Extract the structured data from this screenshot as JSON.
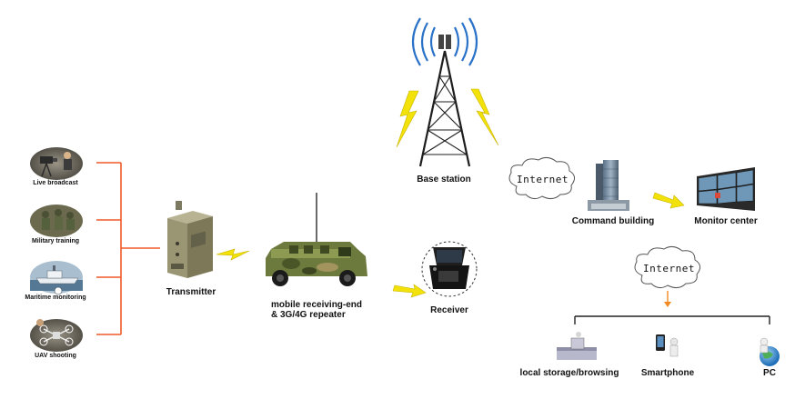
{
  "sources": [
    {
      "id": "live",
      "label": "Live broadcast"
    },
    {
      "id": "military",
      "label": "Military training"
    },
    {
      "id": "maritime",
      "label": "Maritime monitoring"
    },
    {
      "id": "uav",
      "label": "UAV shooting"
    }
  ],
  "nodes": {
    "transmitter": "Transmitter",
    "vehicle": "mobile receiving-end\n& 3G/4G repeater",
    "receiver": "Receiver",
    "base_station": "Base station",
    "command_building": "Command building",
    "monitor_center": "Monitor center",
    "local_storage": "local storage/browsing",
    "smartphone": "Smartphone",
    "pc": "PC"
  },
  "clouds": {
    "upper": "Internet",
    "lower": "Internet"
  },
  "colors": {
    "connector": "#ee5a28",
    "bolt": "#f2e20a",
    "bolt_stroke": "#c9b400",
    "tower": "#1e1e1e",
    "signal": "#2a72c8",
    "cloud_stroke": "#555555",
    "bracket": "#222222",
    "down_arrow": "#f08a1e"
  }
}
